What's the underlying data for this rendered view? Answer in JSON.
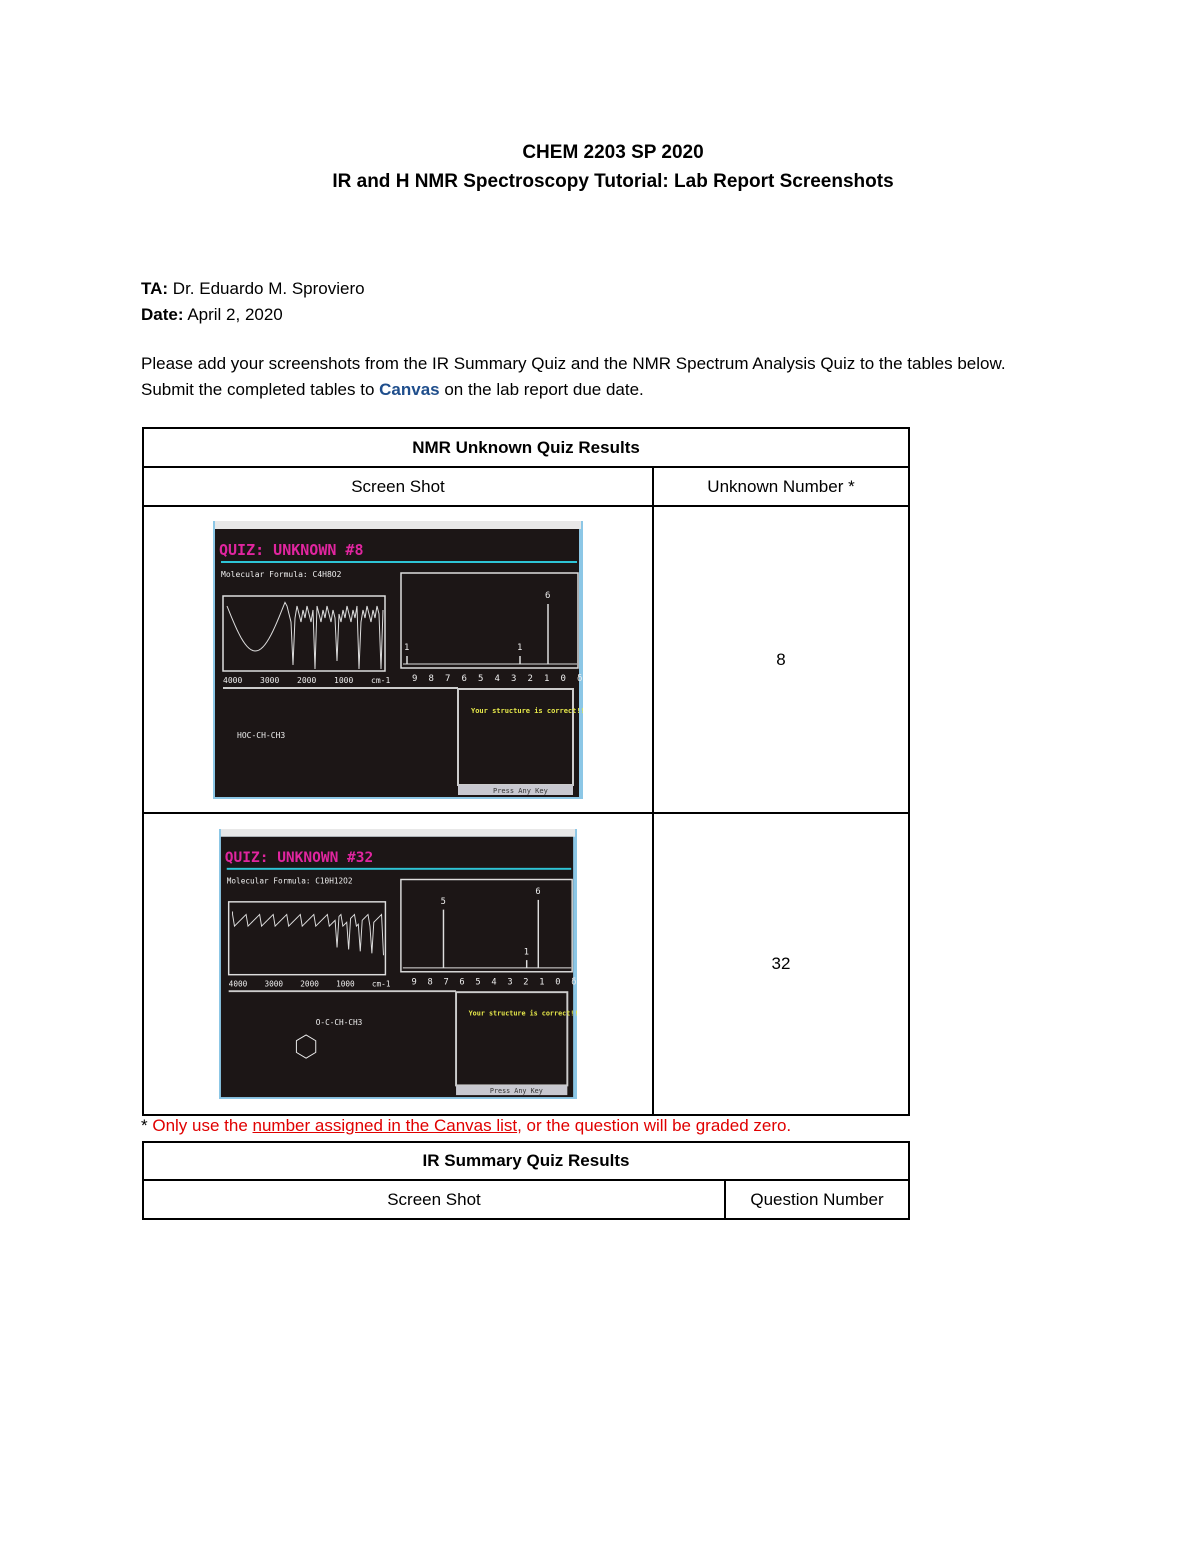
{
  "header": {
    "course": "CHEM 2203 SP 2020",
    "title": "IR and H NMR Spectroscopy Tutorial: Lab Report Screenshots"
  },
  "info": {
    "ta_label": "TA:",
    "ta": "Dr. Eduardo M. Sproviero",
    "date_label": "Date:",
    "date": "April 2, 2020"
  },
  "instructions": {
    "line1": "Please add your screenshots from the IR Summary Quiz and the NMR Spectrum Analysis Quiz to the tables below.",
    "line2_pre": "Submit the completed tables to ",
    "line2_link": "Canvas",
    "line2_post": " on the lab report due date."
  },
  "nmr_table": {
    "title": "NMR Unknown Quiz Results",
    "col1": "Screen Shot",
    "col2": "Unknown Number *",
    "rows": [
      {
        "unknown": "8",
        "shot": {
          "quiz_title": "QUIZ: UNKNOWN #8",
          "formula_label": "Molecular Formula:",
          "formula": "C4H8O2",
          "ir_ticks": [
            "4000",
            "3000",
            "2000",
            "1000",
            "cm-1"
          ],
          "nmr_ticks": [
            "9",
            "8",
            "7",
            "6",
            "5",
            "4",
            "3",
            "2",
            "1",
            "0",
            "δ"
          ],
          "peak_labels": [
            "1",
            "1",
            "6"
          ],
          "structure": "HOC-CH-CH3",
          "message": "Your structure is correct!!!",
          "press": "Press Any Key"
        }
      },
      {
        "unknown": "32",
        "shot": {
          "quiz_title": "QUIZ: UNKNOWN #32",
          "formula_label": "Molecular Formula:",
          "formula": "C10H12O2",
          "ir_ticks": [
            "4000",
            "3000",
            "2000",
            "1000",
            "cm-1"
          ],
          "nmr_ticks": [
            "9",
            "8",
            "7",
            "6",
            "5",
            "4",
            "3",
            "2",
            "1",
            "0",
            "δ"
          ],
          "peak_labels": [
            "5",
            "1",
            "6"
          ],
          "structure": "O-C-CH-CH3",
          "message": "Your structure is correct!!!",
          "press": "Press Any Key"
        }
      }
    ]
  },
  "note": {
    "star": "*",
    "pre": " Only use the ",
    "link": "number assigned in the Canvas list",
    "post": ", or the question will be graded zero."
  },
  "ir_table": {
    "title": "IR Summary Quiz Results",
    "col1": "Screen Shot",
    "col2": "Question Number"
  },
  "colors": {
    "quiz_title": "#e0259f",
    "accent_line": "#2ec4d6",
    "message": "#e6e84a",
    "note": "#e00000"
  }
}
